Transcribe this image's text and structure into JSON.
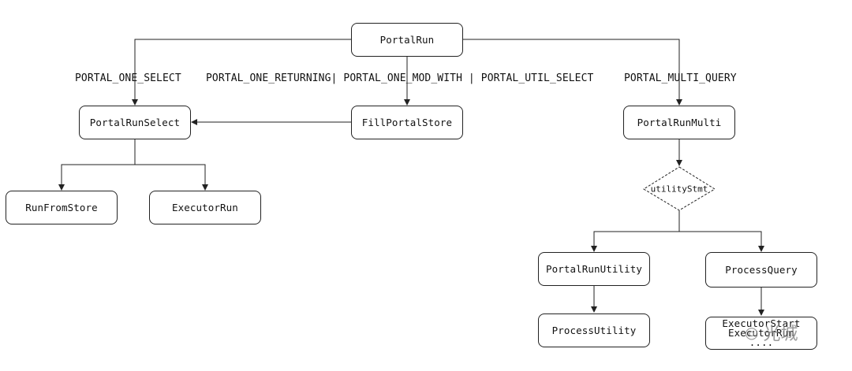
{
  "nodes": {
    "portal_run": "PortalRun",
    "portal_run_select": "PortalRunSelect",
    "fill_portal_store": "FillPortalStore",
    "portal_run_multi": "PortalRunMulti",
    "run_from_store": "RunFromStore",
    "executor_run": "ExecutorRun",
    "utility_stmt": "utilityStmt",
    "portal_run_utility": "PortalRunUtility",
    "process_query": "ProcessQuery",
    "process_utility": "ProcessUtility",
    "executor_block": {
      "line1": "ExecutorStart",
      "line2": "ExecutorRun",
      "line3": "...."
    }
  },
  "edge_labels": {
    "one_select": "PORTAL_ONE_SELECT",
    "middle": "PORTAL_ONE_RETURNING| PORTAL_ONE_MOD_WITH | PORTAL_UTIL_SELECT",
    "multi_query": "PORTAL_MULTI_QUERY"
  },
  "watermark": {
    "icon": "wechat-icon",
    "text": "光城"
  },
  "colors": {
    "stroke": "#222222",
    "watermark": "#8a8a8a"
  }
}
